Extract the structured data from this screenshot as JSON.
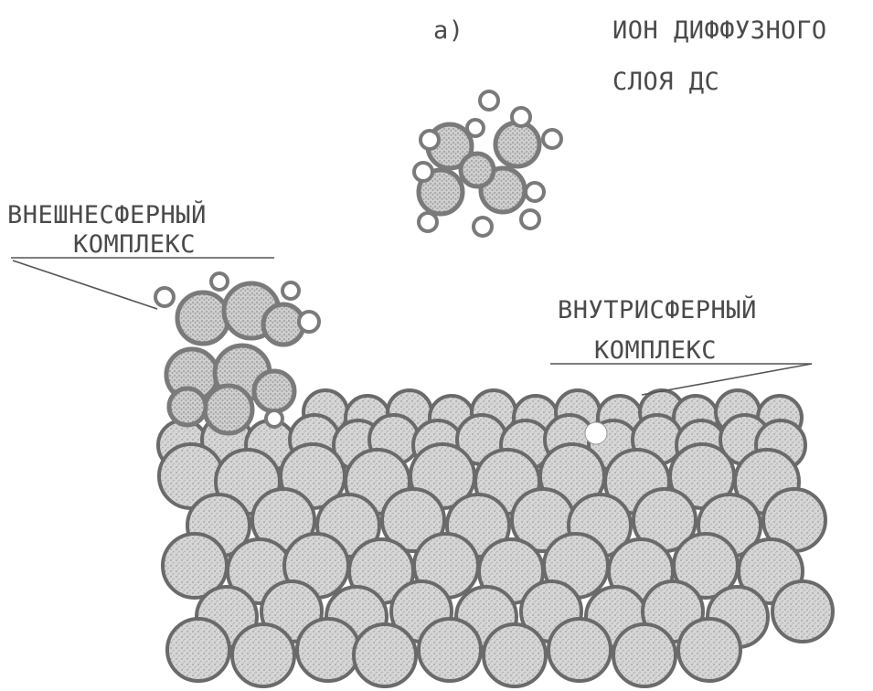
{
  "panel_label": "а)",
  "labels": {
    "diffuse_ion_line1": "ИОН ДИФФУЗНОГО",
    "diffuse_ion_line2": "СЛОЯ ДС",
    "outer_sphere_line1": "ВНЕШНЕСФЕРНЫЙ",
    "outer_sphere_line2": "КОМПЛЕКС",
    "inner_sphere_line1": "ВНУТРИСФЕРНЫЙ",
    "inner_sphere_line2": "КОМПЛЕКС"
  },
  "colors": {
    "atom_fill": "#d3d3d3",
    "atom_stroke": "#6a6a6a",
    "complex_stroke": "#7a7a7a",
    "text": "#4a4a4a"
  }
}
